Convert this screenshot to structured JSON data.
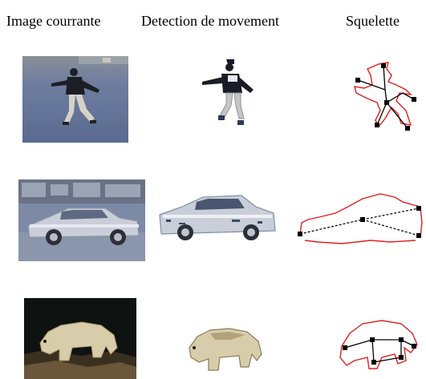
{
  "figure": {
    "columns": [
      "Image courrante",
      "Detection de movement",
      "Squelette"
    ],
    "rows": [
      {
        "subject": "walking person"
      },
      {
        "subject": "car"
      },
      {
        "subject": "polar bear"
      }
    ],
    "colors": {
      "contour": "#e02020",
      "skeleton": "#000000",
      "sky_street": "#5f6f92",
      "car_body": "#c9ced8",
      "bear_body": "#d8cdaa"
    }
  }
}
